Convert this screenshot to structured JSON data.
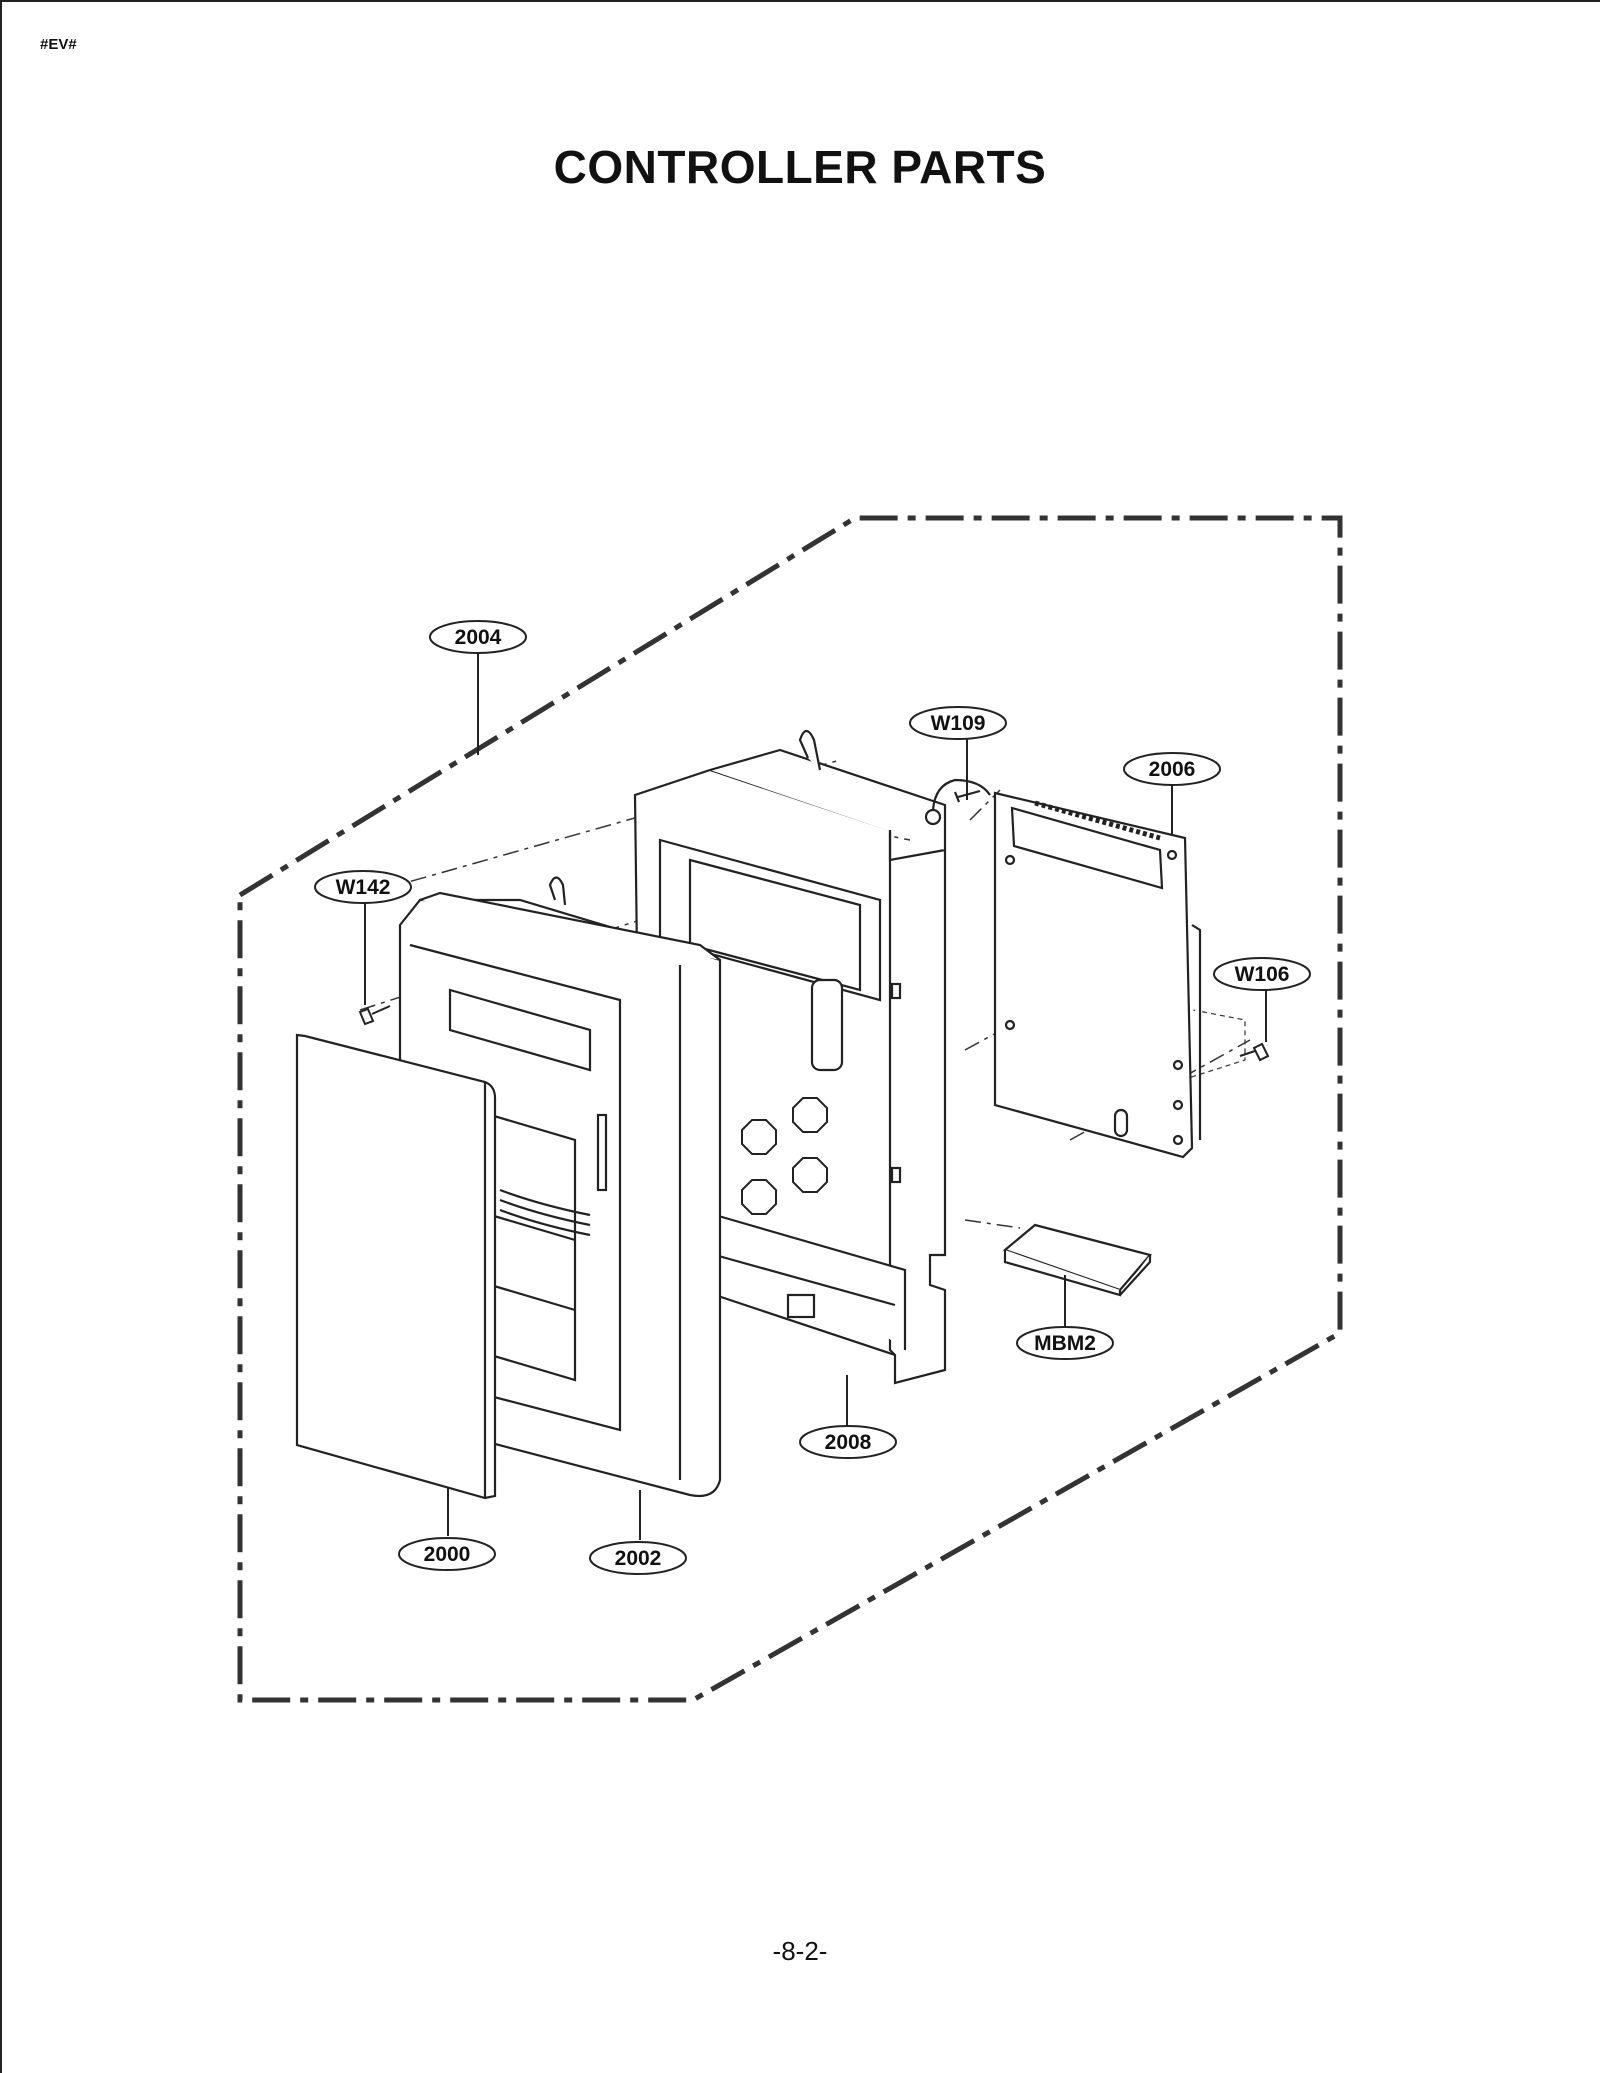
{
  "header": {
    "code": "#EV#",
    "title": "CONTROLLER PARTS"
  },
  "footer": {
    "page_number": "-8-2-"
  },
  "callouts": {
    "c2004": "2004",
    "cW109": "W109",
    "c2006": "2006",
    "cW142": "W142",
    "cW106": "W106",
    "cMBM2": "MBM2",
    "c2008": "2008",
    "c2000": "2000",
    "c2002": "2002"
  }
}
